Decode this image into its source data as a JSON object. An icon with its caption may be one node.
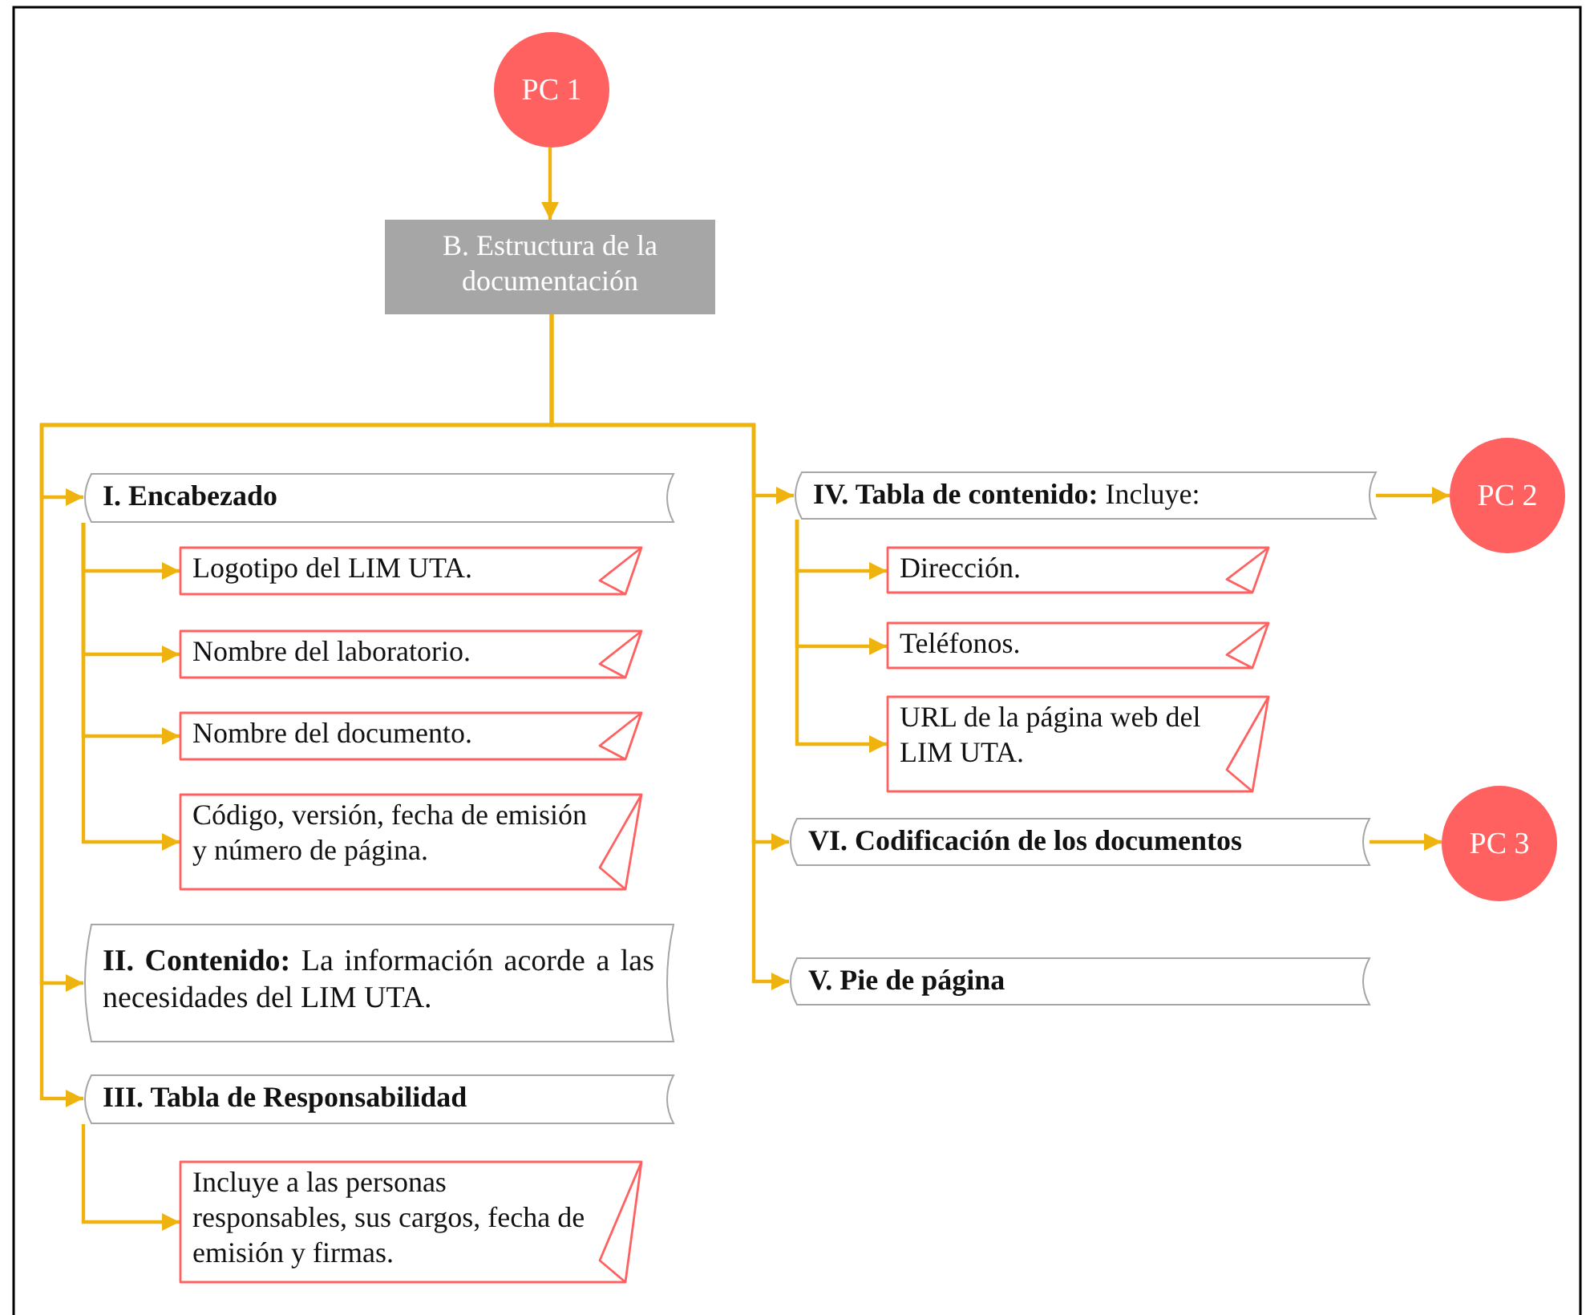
{
  "diagram": {
    "nodes": [
      {
        "text": [
          "PC 1"
        ]
      },
      {
        "text": [
          "B. Estructura de la documentación"
        ]
      },
      {
        "text": [
          "I. Encabezado"
        ]
      },
      {
        "text": [
          "Logotipo del LIM UTA."
        ]
      },
      {
        "text": [
          "Nombre del laboratorio."
        ]
      },
      {
        "text": [
          "Nombre del documento."
        ]
      },
      {
        "text": [
          "Código, versión, fecha de emisión y número de página."
        ]
      },
      {
        "text": [
          "**II. Contenido:** La información acorde a las  necesidades del LIM UTA."
        ]
      },
      {
        "text": [
          "III. Tabla de Responsabilidad"
        ]
      },
      {
        "text": [
          "Incluye a las personas responsables, sus cargos, fecha de emisión y firmas."
        ]
      },
      {
        "text": [
          "**IV. Tabla de contenido:** Incluye:"
        ]
      },
      {
        "text": [
          "PC 2"
        ]
      },
      {
        "text": [
          "Dirección."
        ]
      },
      {
        "text": [
          "Teléfonos."
        ]
      },
      {
        "text": [
          "URL de la página web del LIM UTA."
        ]
      },
      {
        "text": [
          "VI. Codificación de los documentos"
        ]
      },
      {
        "text": [
          "PC 3"
        ]
      },
      {
        "text": [
          "V. Pie de página"
        ]
      }
    ],
    "edges": [
      {
        "from": 0,
        "to": 1,
        "arrow": "to"
      },
      {
        "from": 1,
        "to": 2,
        "arrow": "to"
      },
      {
        "from": 1,
        "to": 7,
        "arrow": "to"
      },
      {
        "from": 1,
        "to": 8,
        "arrow": "to"
      },
      {
        "from": 1,
        "to": 10,
        "arrow": "to"
      },
      {
        "from": 1,
        "to": 15,
        "arrow": "to"
      },
      {
        "from": 1,
        "to": 17,
        "arrow": "to"
      },
      {
        "from": 2,
        "to": 3,
        "arrow": "to"
      },
      {
        "from": 2,
        "to": 4,
        "arrow": "to"
      },
      {
        "from": 2,
        "to": 5,
        "arrow": "to"
      },
      {
        "from": 2,
        "to": 6,
        "arrow": "to"
      },
      {
        "from": 8,
        "to": 9,
        "arrow": "to"
      },
      {
        "from": 10,
        "to": 12,
        "arrow": "to"
      },
      {
        "from": 10,
        "to": 13,
        "arrow": "to"
      },
      {
        "from": 10,
        "to": 14,
        "arrow": "to"
      },
      {
        "from": 10,
        "to": 11,
        "arrow": "to"
      },
      {
        "from": 15,
        "to": 16,
        "arrow": "to"
      }
    ]
  }
}
